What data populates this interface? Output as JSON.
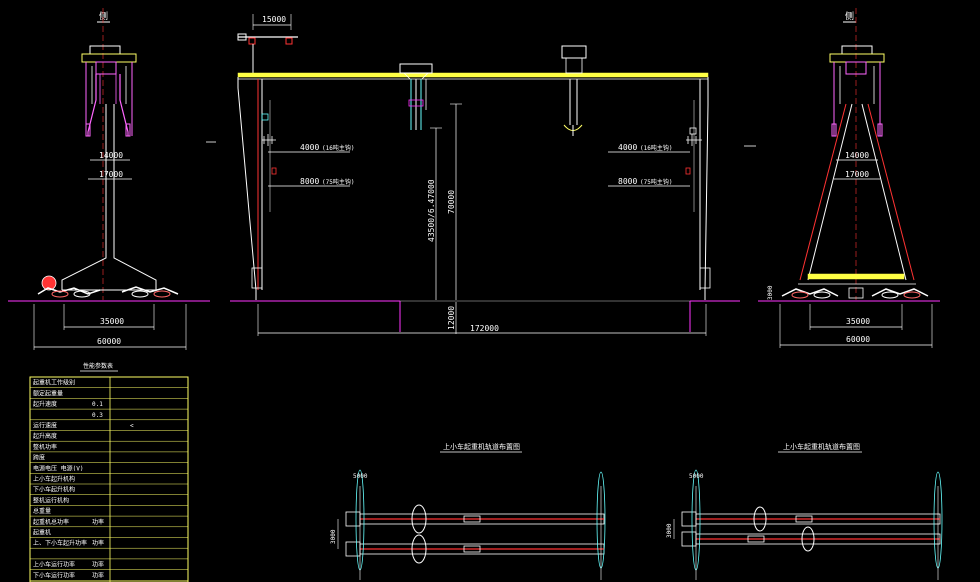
{
  "drawing": {
    "view_marks": {
      "left": "侧",
      "right": "侧"
    },
    "left_view": {
      "dim_14000": "14000",
      "dim_17000": "17000",
      "dim_35000": "35000",
      "dim_60000": "60000"
    },
    "front_view": {
      "dim_trolley": "15000",
      "dim_4000_left": "4000",
      "dim_4000_left_note": "(16吨主钩)",
      "dim_8000_left": "8000",
      "dim_8000_left_note": "(75吨主钩)",
      "dim_4000_right": "4000",
      "dim_4000_right_note": "(16吨主钩)",
      "dim_8000_right": "8000",
      "dim_8000_right_note": "(75吨主钩)",
      "dim_height_1": "43500/6.47000",
      "dim_height_2": "70000",
      "dim_base": "12000",
      "dim_span": "172000"
    },
    "right_view": {
      "dim_14000": "14000",
      "dim_17000": "17000",
      "dim_35000": "35000",
      "dim_60000": "60000"
    },
    "table": {
      "title": "性能参数表",
      "rows": [
        {
          "label": "起重机工作级别",
          "unit": "",
          "value": ""
        },
        {
          "label": "额定起重量",
          "unit": "",
          "value": ""
        },
        {
          "label": "起升速度",
          "unit": "0.1",
          "value": ""
        },
        {
          "label": "",
          "unit": "0.3",
          "value": ""
        },
        {
          "label": "运行速度",
          "unit": "",
          "value": "<"
        },
        {
          "label": "起升高度",
          "unit": "",
          "value": ""
        },
        {
          "label": "整机功率",
          "unit": "",
          "value": ""
        },
        {
          "label": "跨度",
          "unit": "",
          "value": ""
        },
        {
          "label": "电源电压 电源(V)",
          "unit": "",
          "value": ""
        },
        {
          "label": "上小车起升机构",
          "unit": "",
          "value": ""
        },
        {
          "label": "下小车起升机构",
          "unit": "",
          "value": ""
        },
        {
          "label": "整机运行机构",
          "unit": "",
          "value": ""
        },
        {
          "label": "总重量",
          "unit": "",
          "value": ""
        },
        {
          "label": "起重机总功率",
          "unit": "功率",
          "value": ""
        },
        {
          "label": "起重机",
          "unit": "",
          "value": ""
        },
        {
          "label": "上、下小车起升功率",
          "unit": "功率",
          "value": ""
        },
        {
          "label": "",
          "unit": "",
          "value": ""
        },
        {
          "label": "上小车运行功率",
          "unit": "功率",
          "value": ""
        },
        {
          "label": "下小车运行功率",
          "unit": "功率",
          "value": ""
        }
      ]
    },
    "plan_left": {
      "title": "上小车起重机轨道布置图",
      "dim_a": "5000",
      "dim_b": "3000"
    },
    "plan_right": {
      "title": "上小车起重机轨道布置图",
      "dim_a": "5000",
      "dim_b": "3000"
    }
  }
}
